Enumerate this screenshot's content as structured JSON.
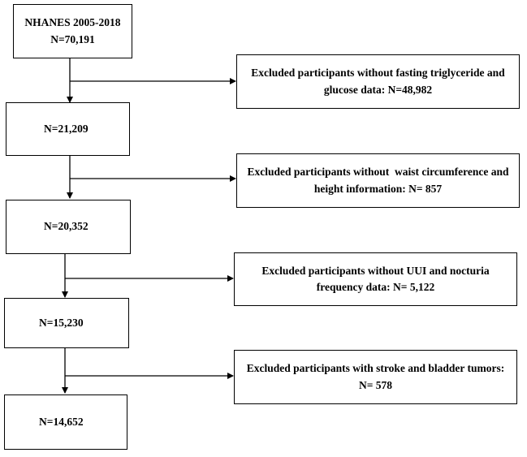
{
  "flowchart": {
    "steps": [
      {
        "label": "NHANES 2005-2018\nN=70,191"
      },
      {
        "label": "N=21,209"
      },
      {
        "label": "N=20,352"
      },
      {
        "label": "N=15,230"
      },
      {
        "label": "N=14,652"
      }
    ],
    "exclusions": [
      {
        "label": "Excluded participants without fasting triglyceride and\nglucose data: N=48,982"
      },
      {
        "label": "Excluded participants without  waist circumference and\nheight information: N= 857"
      },
      {
        "label": "Excluded participants without UUI and nocturia\nfrequency data: N= 5,122"
      },
      {
        "label": "Excluded participants with stroke and bladder tumors:\nN= 578"
      }
    ]
  }
}
